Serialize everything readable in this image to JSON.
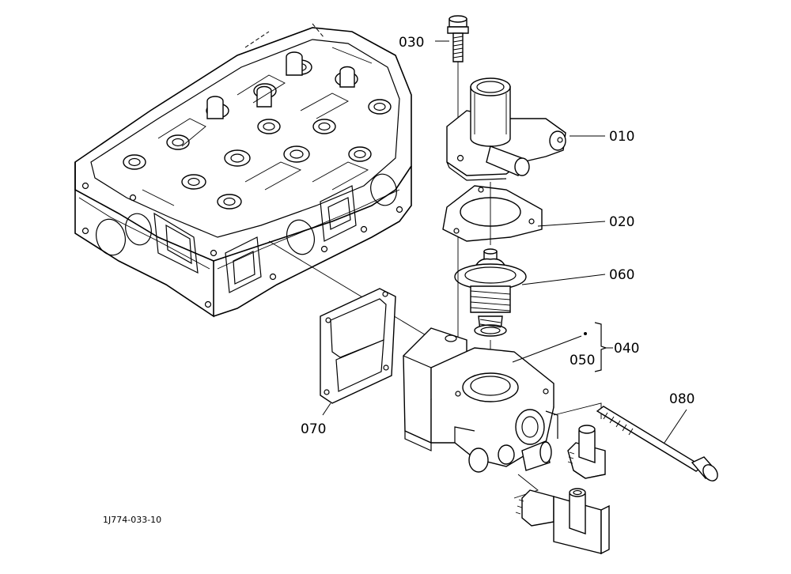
{
  "drawing_id": "1J774-033-10",
  "callouts": {
    "p030": "030",
    "p010": "010",
    "p020": "020",
    "p060": "060",
    "p050": "050",
    "p040": "040",
    "p080": "080",
    "p070": "070"
  }
}
